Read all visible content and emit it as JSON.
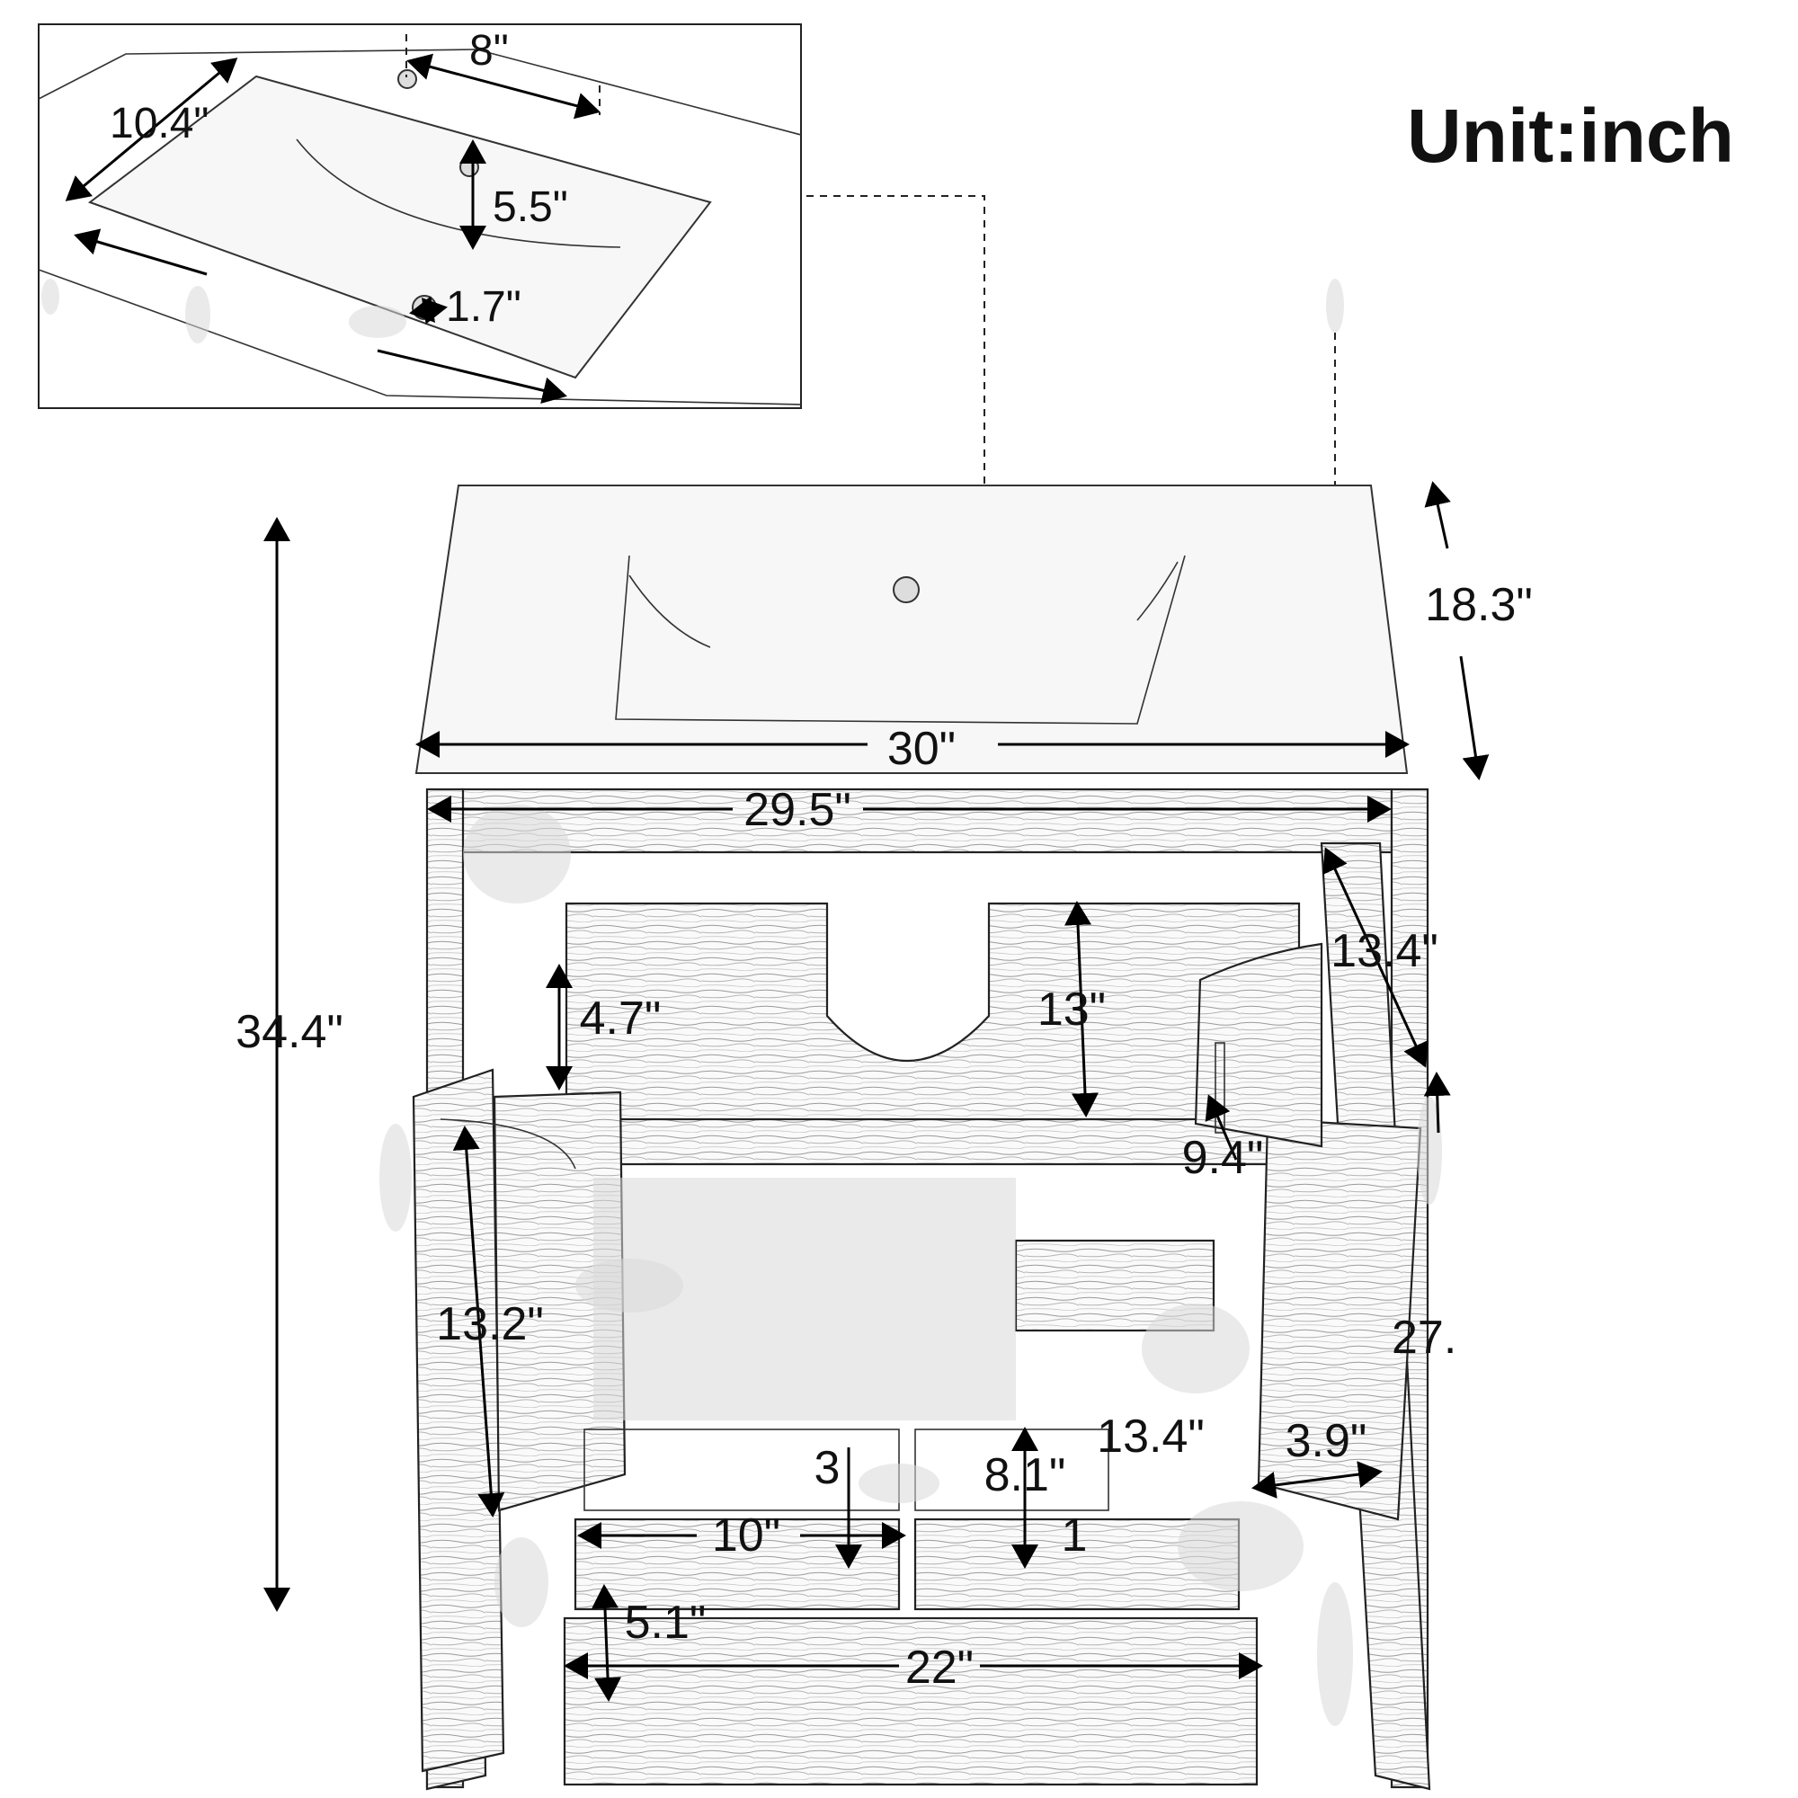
{
  "unit_label": "Unit:inch",
  "inset": {
    "drain_to_faucet": "8\"",
    "basin_depth": "10.4\"",
    "overflow_to_drain": "5.5\"",
    "drain_diameter": "1.7\""
  },
  "overall": {
    "depth": "18.3\"",
    "top_width": "30\"",
    "cabinet_width": "29.5\"",
    "height": "34.4\""
  },
  "cabinet": {
    "door_width": "13.4\"",
    "back_opening_height": "13\"",
    "door_shelf_height": "4.7\"",
    "door_shelf_depth": "9.4\"",
    "door_height": "13.2\"",
    "cabinet_side_height": "27.",
    "inner_shelf_depth": "13.4\"",
    "door_rack_width": "3.9\"",
    "drawer_left_width": "10\"",
    "drawer_left_height": "3",
    "drawer_right_height": "8.1\"",
    "drawer_right_width": "1",
    "bottom_drawer_height": "5.1\"",
    "bottom_drawer_width": "22\""
  }
}
